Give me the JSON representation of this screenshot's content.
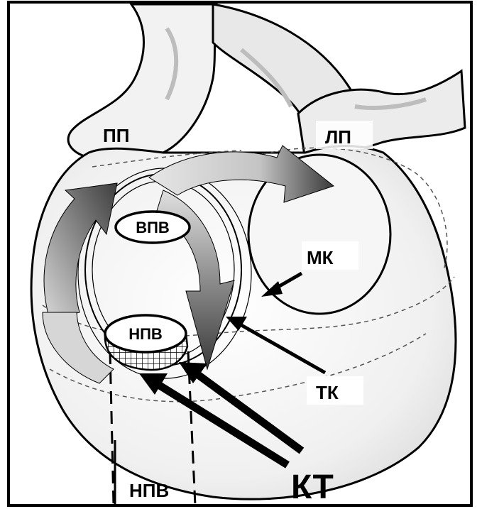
{
  "labels": {
    "right_atrium": "ПП",
    "left_atrium": "ЛП",
    "svc": "ВПВ",
    "ivc": "НПВ",
    "mitral_valve": "МК",
    "tricuspid_valve": "ТК",
    "ivc_vessel": "НПВ",
    "cavotricuspid_isthmus": "КТ"
  },
  "colors": {
    "outline": "#000000",
    "heart_fill": "#efefef",
    "shade": "#d4d4d4",
    "arrow_dark": "#4a4a4a",
    "arrow_light": "#cfcfcf",
    "background": "#ffffff"
  }
}
